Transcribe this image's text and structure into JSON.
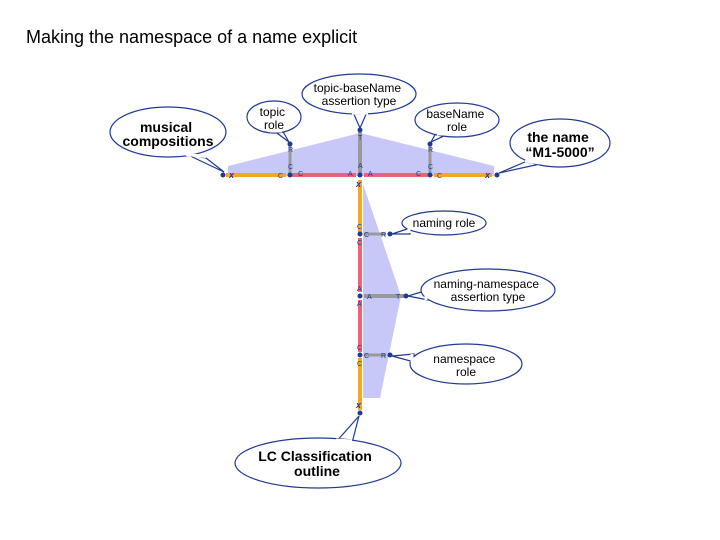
{
  "title": "Making the namespace of a name explicit",
  "callouts": {
    "musical": [
      "musical",
      "compositions"
    ],
    "topic_role": [
      "topic",
      "role"
    ],
    "topic_basename_assertion": [
      "topic-baseName",
      "assertion type"
    ],
    "basename_role": [
      "baseName",
      "role"
    ],
    "the_name": [
      "the name",
      "“M1-5000”"
    ],
    "naming_role": [
      "naming role"
    ],
    "naming_namespace_assertion": [
      "naming-namespace",
      "assertion type"
    ],
    "namespace_role": [
      "namespace",
      "role"
    ],
    "lc_classification": [
      "LC Classification",
      "outline"
    ]
  },
  "markers": {
    "x": "x",
    "c": "C",
    "a": "A",
    "r": "R",
    "t": "T"
  },
  "colors": {
    "assertion_fill": "#c8c8f8",
    "class_edge": "#f5a623",
    "assoc_edge": "#f06078",
    "type_edge": "#999999",
    "callout_stroke": "#1f3a93",
    "node": "#1f3a93"
  }
}
